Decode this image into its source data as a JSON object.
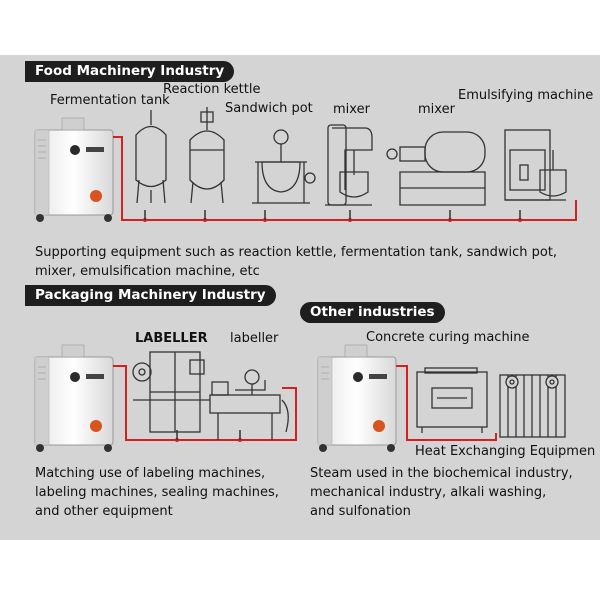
{
  "food": {
    "title": "Food Machinery Industry",
    "labels": [
      "Fermentation tank",
      "Reaction kettle",
      "Sandwich pot",
      "mixer",
      "mixer",
      "Emulsifying machine"
    ],
    "description_lines": [
      "Supporting equipment such as reaction kettle, fermentation tank, sandwich pot,",
      "mixer, emulsification machine, etc"
    ]
  },
  "packaging": {
    "title": "Packaging Machinery Industry",
    "labels": [
      "LABELLER",
      "labeller"
    ],
    "description_lines": [
      "Matching use of labeling machines,",
      "labeling machines, sealing machines,",
      "and other equipment"
    ]
  },
  "other": {
    "title": "Other industries",
    "labels": [
      "Concrete curing machine",
      "Heat Exchanging Equipmen"
    ],
    "description_lines": [
      "Steam used in the biochemical industry,",
      "mechanical industry, alkali washing,",
      "and sulfonation"
    ]
  },
  "colors": {
    "pipe": "#d42020",
    "panel": "#d4d4d4",
    "pill": "#1e1e1e"
  }
}
